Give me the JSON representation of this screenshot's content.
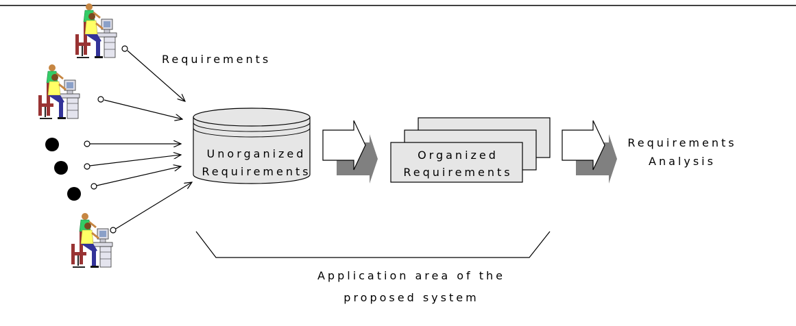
{
  "labels": {
    "requirements": "Requirements",
    "unorganized": [
      "Unorganized",
      "Requirements"
    ],
    "organized": [
      "Organized",
      "Requirements"
    ],
    "analysis": [
      "Requirements",
      "Analysis"
    ],
    "application_area": [
      "Application area of the",
      "proposed system"
    ]
  },
  "icons": {
    "users": "person-at-computer-icon",
    "sources": "bullet-dot-icon",
    "database": "database-cylinder-icon",
    "stack": "document-stack-icon",
    "flow": "block-arrow-icon"
  },
  "colors": {
    "line": "#000000",
    "fill_light": "#e6e6e6",
    "arrow_shadow": "#808080",
    "shirt_green": "#33cc66",
    "shirt_yellow": "#ffff66",
    "skin": "#c68642",
    "trousers": "#333399",
    "chair": "#993333"
  }
}
